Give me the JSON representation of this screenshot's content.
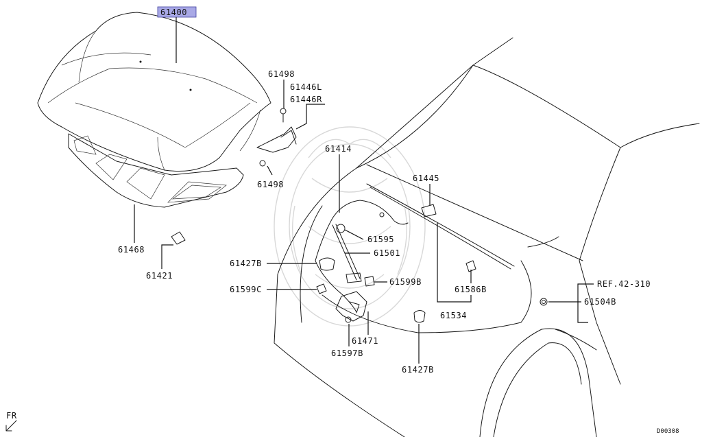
{
  "diagram": {
    "highlight_color": "#a9a9e6",
    "labels": {
      "hood": "61400",
      "hinge_bolt_top": "61498",
      "hinge_left": "61446L",
      "hinge_right": "61446R",
      "hinge_bolt_bottom": "61498",
      "release_cable": "61414",
      "hood_insulator": "61468",
      "insulator_clip": "61421",
      "seal_clip": "61445",
      "stay_holder": "61595",
      "hood_stay": "61501",
      "bumper_left": "61427B",
      "stay_clip": "61599B",
      "cable_clamp": "61599C",
      "seal_clip_lower": "61586B",
      "weatherstrip": "61534",
      "ref_note": "REF.42-310",
      "grommet": "61504B",
      "hood_lock": "61471",
      "lock_bolt": "61597B",
      "bumper_right": "61427B"
    },
    "front_marker": "FR",
    "diagram_code": "D00308"
  }
}
